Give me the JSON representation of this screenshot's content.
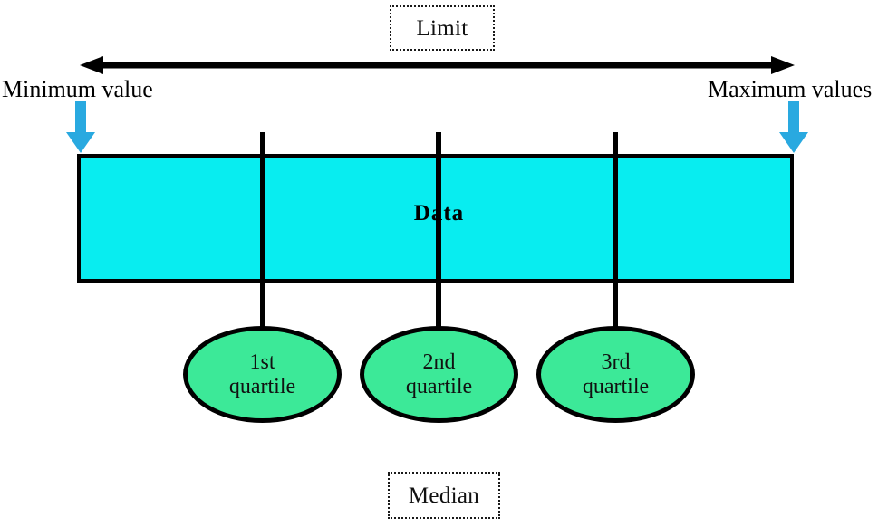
{
  "diagram": {
    "title_box": {
      "label": "Limit"
    },
    "footer_box": {
      "label": "Median"
    },
    "endpoints": {
      "min_label": "Minimum value",
      "max_label": "Maximum values"
    },
    "data_bar": {
      "label": "Data",
      "fill_color": "#08EDF0",
      "stroke_color": "#000000"
    },
    "span_arrow": {
      "name": "limit-span-double-arrow",
      "color": "#000000",
      "direction": "double"
    },
    "pointer_arrows": [
      {
        "name": "minimum-value-pointer",
        "color": "#29A9E0",
        "direction": "down"
      },
      {
        "name": "maximum-values-pointer",
        "color": "#29A9E0",
        "direction": "down"
      }
    ],
    "quartiles": [
      {
        "rank": "1st",
        "word": "quartile",
        "fill_color": "#3CE998"
      },
      {
        "rank": "2nd",
        "word": "quartile",
        "fill_color": "#3CE998"
      },
      {
        "rank": "3rd",
        "word": "quartile",
        "fill_color": "#3CE998"
      }
    ],
    "dividers": [
      {
        "name": "divider-1st-quartile"
      },
      {
        "name": "divider-2nd-quartile"
      },
      {
        "name": "divider-3rd-quartile"
      }
    ]
  }
}
